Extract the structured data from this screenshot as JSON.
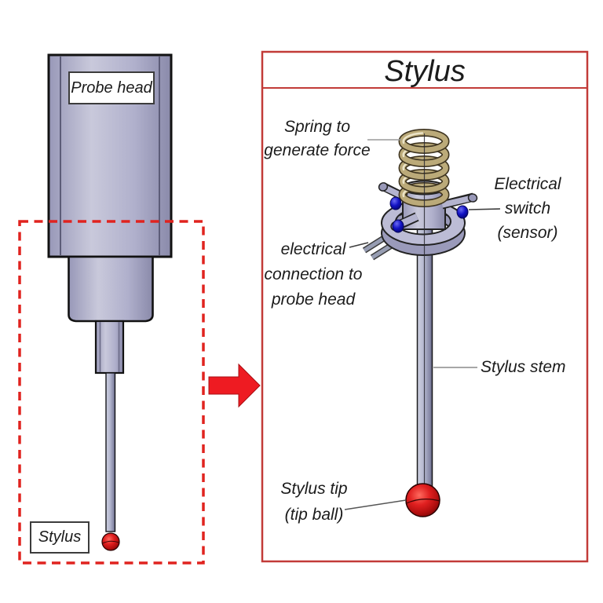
{
  "left_figure": {
    "probe_head_label": "Probe head",
    "stylus_label": "Stylus"
  },
  "right_panel": {
    "title": "Stylus",
    "annotations": {
      "spring": {
        "line1": "Spring to",
        "line2": "generate force"
      },
      "electrical_switch": {
        "line1": "Electrical",
        "line2": "switch",
        "line3": "(sensor)"
      },
      "electrical_connection": {
        "line1": "electrical",
        "line2": "connection to",
        "line3": "probe head"
      },
      "stylus_stem": {
        "line1": "Stylus stem"
      },
      "stylus_tip": {
        "line1": "Stylus tip",
        "line2": "(tip ball)"
      }
    }
  },
  "colors": {
    "panel_border": "#c23b38",
    "dashed_outline": "#e0231f",
    "arrow": "#ee1b22",
    "body_lavender": "#aeaecb",
    "spring_tan": "#bbaa79",
    "sensor_blue": "#1515cf",
    "tip_red": "#c61616",
    "text": "#1b1b1b"
  }
}
